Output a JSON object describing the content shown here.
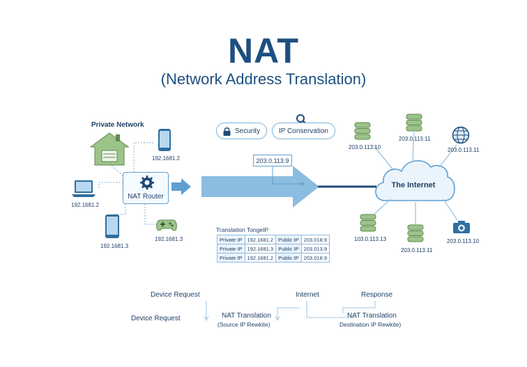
{
  "title": "NAT",
  "subtitle": "(Network Address Translation)",
  "private_network": {
    "heading": "Private Network",
    "router_label": "NAT Router",
    "devices": [
      {
        "icon": "smartphone-icon",
        "ip": "192.1681.2"
      },
      {
        "icon": "laptop-icon",
        "ip": "192.1681.2"
      },
      {
        "icon": "tablet-icon",
        "ip": "192.1681.3"
      },
      {
        "icon": "gamepad-icon",
        "ip": "192.1681.3"
      }
    ]
  },
  "benefits": [
    {
      "icon": "lock-icon",
      "label": "Security"
    },
    {
      "icon": "magnifier-icon",
      "label": "IP Conservation"
    }
  ],
  "public_ip": "203.0.113.9",
  "internet": {
    "label": "The Internet",
    "nodes": [
      {
        "icon": "server-icon",
        "ip": "203.0.113.10"
      },
      {
        "icon": "server-icon",
        "ip": "203.0.113.11"
      },
      {
        "icon": "globe-icon",
        "ip": "203.0.113.11"
      },
      {
        "icon": "server-icon",
        "ip": "103.0.113.13"
      },
      {
        "icon": "server-icon",
        "ip": "203.0.113.11"
      },
      {
        "icon": "camera-icon",
        "ip": "203.0.113.10"
      }
    ]
  },
  "translation_table": {
    "title": "Translation TongeIP",
    "rows": [
      {
        "k1": "Private IP",
        "v1": "192.1681.2",
        "k2": "Public IP",
        "v2": "203.018.9"
      },
      {
        "k1": "Private IP",
        "v1": "192.1681.3",
        "k2": "Public IP",
        "v2": "203.013.9"
      },
      {
        "k1": "Private IP",
        "v1": "192.1681.2",
        "k2": "Public IP",
        "v2": "203.018.9"
      }
    ]
  },
  "flow": {
    "device_request_top": "Device Request",
    "device_request_left": "Device Request",
    "nat_translation_1": "NAT Translation",
    "nat_translation_1_sub": "(Source IP Rewkite)",
    "internet": "Internet",
    "response": "Response",
    "nat_translation_2": "NAT Translation",
    "nat_translation_2_sub": "Destination IP Rewkite)"
  },
  "colors": {
    "title": "#1d4f80",
    "accent": "#5f9fd0",
    "arrow": "#8cbde0",
    "house": "#9cc38a",
    "device": "#2f6f9f"
  }
}
